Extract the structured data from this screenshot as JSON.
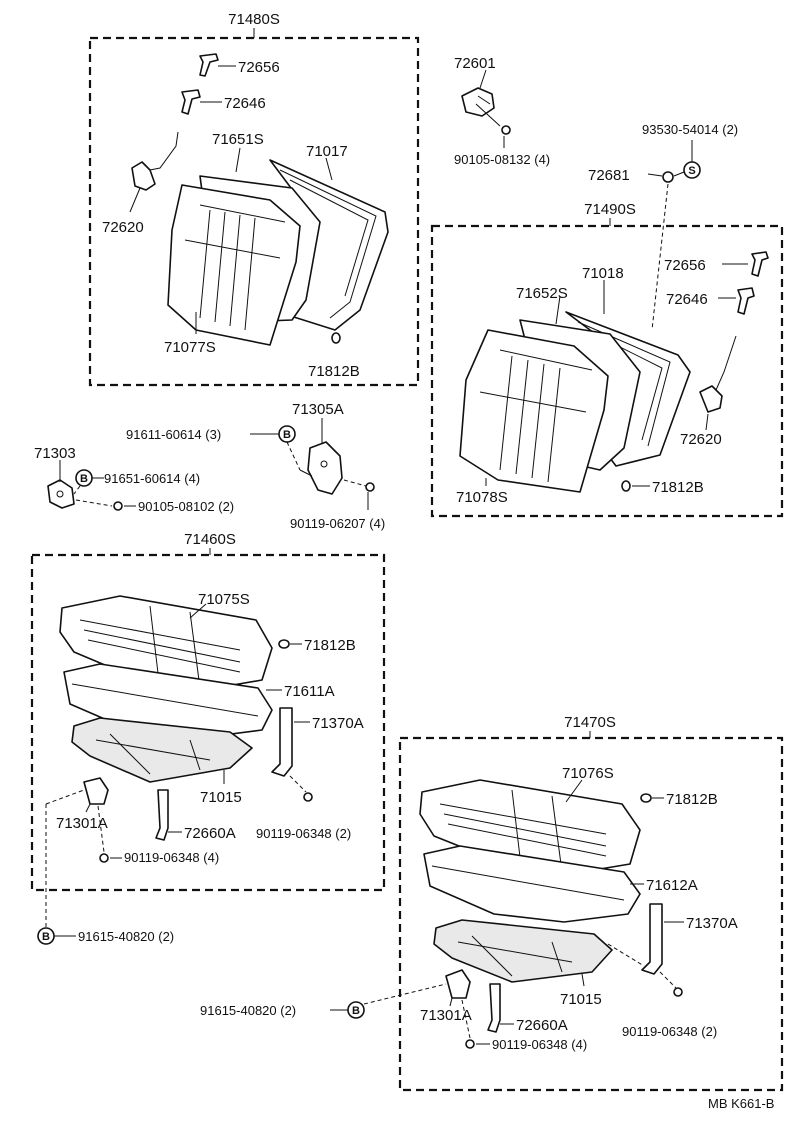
{
  "diagram": {
    "assemblies": {
      "a71480S": "71480S",
      "a71490S": "71490S",
      "a71460S": "71460S",
      "a71470S": "71470S"
    },
    "parts": {
      "p72656_l": "72656",
      "p72646_l": "72646",
      "p72620_l": "72620",
      "p71651S": "71651S",
      "p71017": "71017",
      "p71077S": "71077S",
      "p71812B_1": "71812B",
      "p72601": "72601",
      "p90105_08132": "90105-08132 (4)",
      "p93530_54014": "93530-54014 (2)",
      "p72681": "72681",
      "p71652S": "71652S",
      "p71018": "71018",
      "p72656_r": "72656",
      "p72646_r": "72646",
      "p72620_r": "72620",
      "p71078S": "71078S",
      "p71812B_2": "71812B",
      "p91611_60614": "91611-60614 (3)",
      "p71305A": "71305A",
      "p71303": "71303",
      "p91651_60614": "91651-60614 (4)",
      "p90105_08102": "90105-08102 (2)",
      "p90119_06207": "90119-06207 (4)",
      "p71075S": "71075S",
      "p71812B_3": "71812B",
      "p71611A": "71611A",
      "p71370A_1": "71370A",
      "p71015_1": "71015",
      "p71301A_1": "71301A",
      "p72660A_1": "72660A",
      "p90119_06348_1": "90119-06348 (2)",
      "p90119_06348_2": "90119-06348 (4)",
      "p91615_40820_1": "91615-40820 (2)",
      "p71076S": "71076S",
      "p71812B_4": "71812B",
      "p71612A": "71612A",
      "p71370A_2": "71370A",
      "p71015_2": "71015",
      "p91615_40820_2": "91615-40820 (2)",
      "p71301A_2": "71301A",
      "p72660A_2": "72660A",
      "p90119_06348_3": "90119-06348 (2)",
      "p90119_06348_4": "90119-06348 (4)"
    },
    "symbols": {
      "b": "B",
      "s": "S"
    },
    "code": "MB K661-B"
  }
}
